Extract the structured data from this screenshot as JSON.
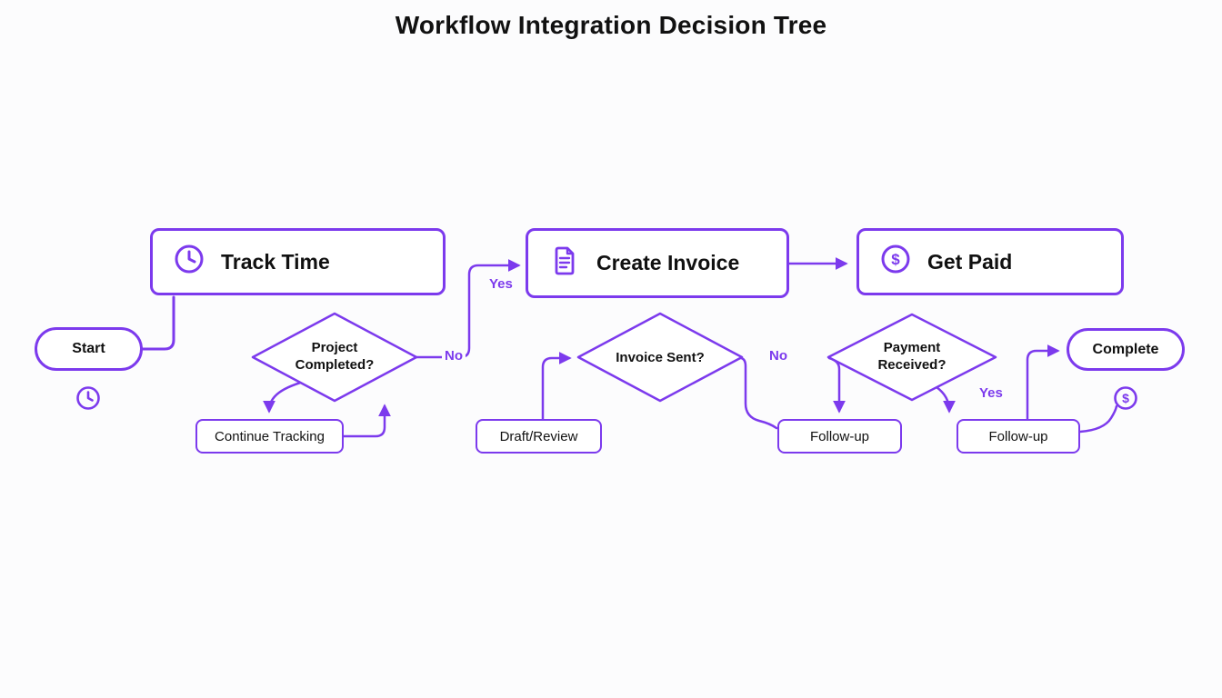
{
  "title": "Workflow Integration Decision Tree",
  "colors": {
    "accent": "#7c3aed",
    "text": "#111111",
    "background": "#fcfcfd",
    "node_fill": "#ffffff"
  },
  "nodes": {
    "start": {
      "label": "Start"
    },
    "track_time": {
      "label": "Track Time",
      "icon": "clock-icon"
    },
    "create_invoice": {
      "label": "Create Invoice",
      "icon": "document-icon"
    },
    "get_paid": {
      "label": "Get Paid",
      "icon": "dollar-icon"
    },
    "project_completed": {
      "line1": "Project",
      "line2": "Completed?"
    },
    "continue_tracking": {
      "label": "Continue Tracking"
    },
    "invoice_sent": {
      "label": "Invoice Sent?"
    },
    "draft_review": {
      "label": "Draft/Review"
    },
    "payment_received": {
      "line1": "Payment",
      "line2": "Received?"
    },
    "follow_up_1": {
      "label": "Follow-up"
    },
    "follow_up_2": {
      "label": "Follow-up"
    },
    "complete": {
      "label": "Complete"
    }
  },
  "edge_labels": {
    "yes_to_create_invoice": "Yes",
    "no_project_completed": "No",
    "no_invoice_sent": "No",
    "yes_payment_received": "Yes"
  },
  "icons": {
    "start_badge": "clock-icon",
    "complete_badge": "dollar-icon",
    "dollar_glyph": "$"
  }
}
